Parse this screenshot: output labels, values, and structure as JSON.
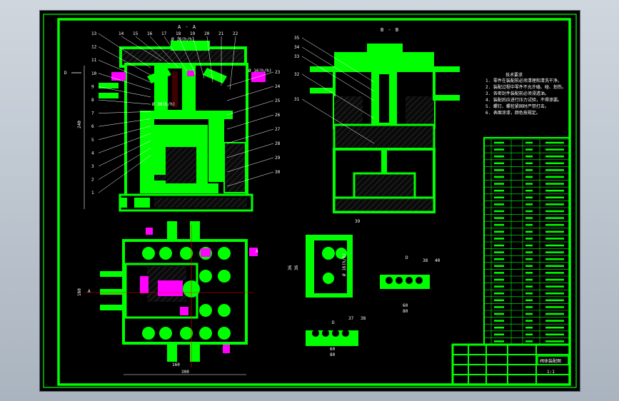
{
  "colors": {
    "background": "#000000",
    "line": "#00ff00",
    "highlight": "#ff00ff",
    "section_hatch": "#1a1a1a",
    "text": "#ffffff"
  },
  "views": {
    "a_a_title": "A - A",
    "b_b_title": "B - B",
    "side_d_label": "D"
  },
  "callouts_left": [
    "13",
    "12",
    "11",
    "10",
    "9",
    "8",
    "7",
    "6",
    "5",
    "4",
    "3",
    "2",
    "1"
  ],
  "callouts_top": [
    "14",
    "15",
    "16",
    "17",
    "18",
    "19",
    "20",
    "21",
    "22"
  ],
  "callouts_right": [
    "23",
    "24",
    "25",
    "26",
    "27",
    "28",
    "29",
    "30"
  ],
  "callouts_bb": [
    "35",
    "34",
    "33",
    "32",
    "31"
  ],
  "annotations": {
    "dim_left_height": "240",
    "dim_flow_1": "Ø 16(h/h)",
    "dim_flow_2": "Ø 16(h/h)",
    "dim_flow_3": "Ø 30(h/h)",
    "dim_plan_width": "300",
    "dim_plan_inner": "160",
    "dim_plan_height": "160",
    "plan_section_a": "A",
    "plan_section_a2": "A",
    "detail_num": "39",
    "detail_h1": "36",
    "detail_h2": "36",
    "detail_label": "Ø 16(h/h)",
    "small_d": "D",
    "small_38": "38",
    "small_40": "40",
    "small_w1": "60",
    "small_w2": "80",
    "bottom_37": "37",
    "bottom_38": "38",
    "bottom_w1": "60",
    "bottom_w2": "80",
    "bottom_d": "D"
  },
  "tech_notes_title": "技术要求",
  "tech_notes": [
    "1. 零件在装配前必须清理和清洗干净。",
    "2. 装配过程中零件不允许磕、碰、划伤。",
    "3. 各密封件装配前必须浸透油。",
    "4. 装配后应进行压力试验，不得渗漏。",
    "5. 螺钉、螺栓紧固时严禁打击。",
    "6. 表面涂漆，颜色按规定。"
  ],
  "parts_rows": 30,
  "title_block": {
    "drawing_name": "阀体装配图",
    "scale": "1:1"
  }
}
